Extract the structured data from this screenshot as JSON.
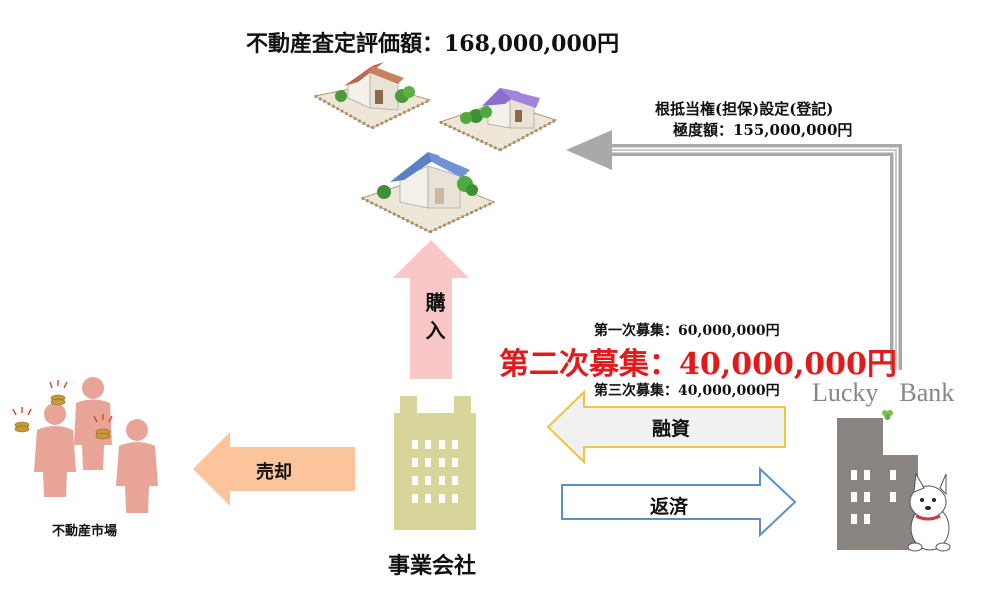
{
  "property": {
    "appraisal_label": "不動産査定評価額：168,000,000円"
  },
  "mortgage": {
    "line1": "根抵当権(担保)設定(登記)",
    "line2": "極度額：155,000,000円"
  },
  "company": {
    "purchase_label": "購入",
    "name": "事業会社",
    "sale_label": "売却"
  },
  "market": {
    "label": "不動産市場"
  },
  "funding": {
    "first_round": "第一次募集：60,000,000円",
    "second_round": "第二次募集：40,000,000円",
    "third_round": "第三次募集：40,000,000円",
    "loan_label": "融資",
    "repay_label": "返済"
  },
  "bank": {
    "name_part1": "Lucky",
    "name_part2": "Bank"
  },
  "colors": {
    "highlight_red": "#e11b1b",
    "building_khaki": "#d8d59a",
    "bank_gray": "#8a8583",
    "person_salmon": "#e8a496",
    "sale_arrow_orange": "#fbc49a",
    "purchase_arrow_pink": "#f9c7c7",
    "loan_arrow_border": "#f2c53d",
    "repay_arrow_border": "#5b8fc9",
    "mortgage_arrow_gray": "#a9a9a9"
  },
  "icons": [
    "house-icon",
    "building-icon",
    "bank-building-icon",
    "people-icon",
    "dog-icon",
    "clover-icon"
  ]
}
